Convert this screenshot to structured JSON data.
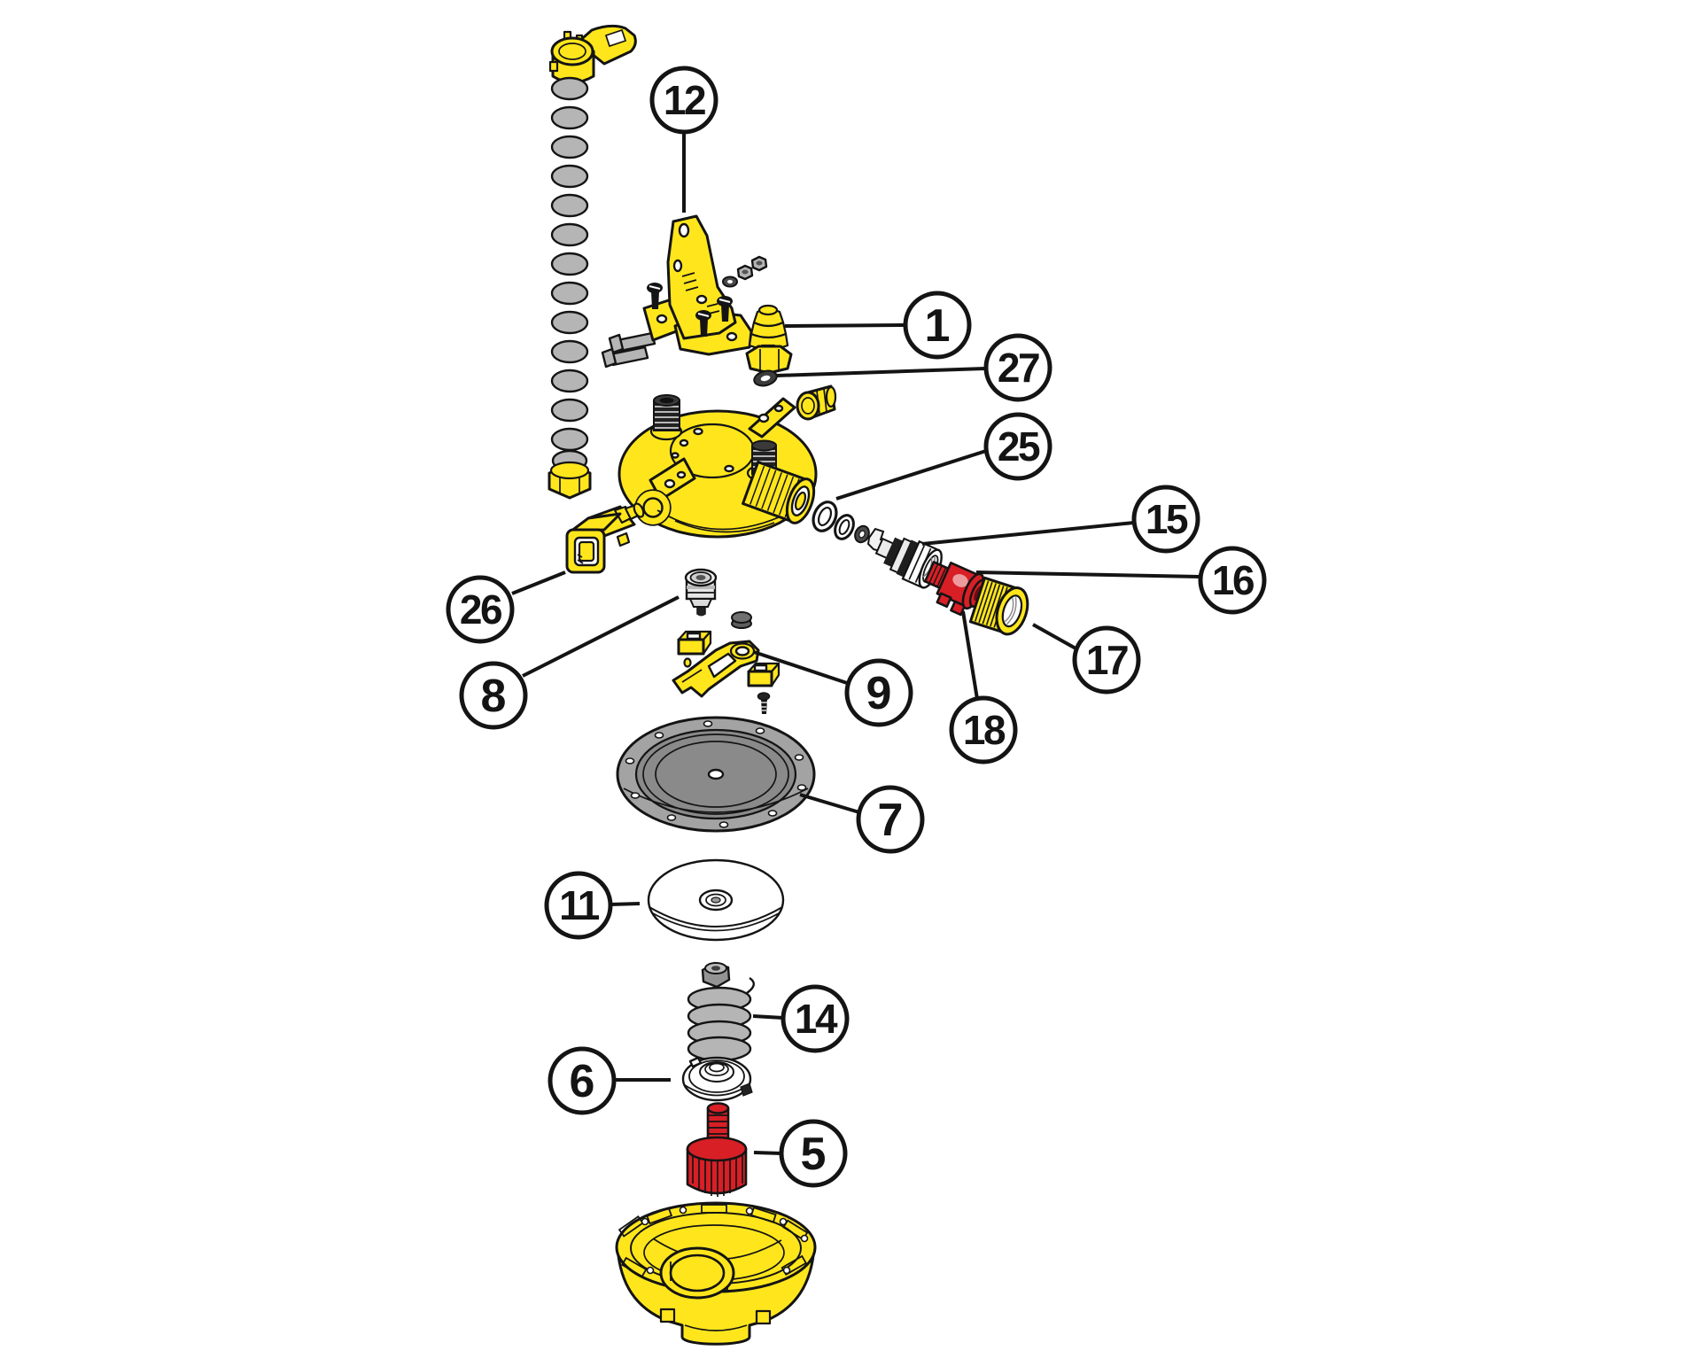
{
  "colors": {
    "part_yellow": "#ffe61c",
    "part_red": "#d81f26",
    "spring_gray": "#b5b5b5",
    "diaphragm_outer": "#a3a3a3",
    "diaphragm_inner": "#8a8a8a",
    "metal_gray": "#9a9a9a",
    "outline_ink": "#141414",
    "callout_bg": "#ffffff",
    "callout_border": "#141414",
    "callout_text": "#141414"
  },
  "callouts": [
    {
      "label": "12",
      "part": "mounting-bracket"
    },
    {
      "label": "1",
      "part": "hose-barb-fitting"
    },
    {
      "label": "27",
      "part": "o-ring-small"
    },
    {
      "label": "25",
      "part": "o-ring-kit"
    },
    {
      "label": "15",
      "part": "valve-cartridge"
    },
    {
      "label": "16",
      "part": "valve-body"
    },
    {
      "label": "17",
      "part": "knurled-retaining-nut"
    },
    {
      "label": "18",
      "part": "valve-subassembly"
    },
    {
      "label": "26",
      "part": "outlet-coupling"
    },
    {
      "label": "8",
      "part": "poppet"
    },
    {
      "label": "9",
      "part": "float-lever"
    },
    {
      "label": "7",
      "part": "diaphragm"
    },
    {
      "label": "11",
      "part": "support-disc"
    },
    {
      "label": "14",
      "part": "pressure-spring"
    },
    {
      "label": "6",
      "part": "spring-seat"
    },
    {
      "label": "5",
      "part": "adjustment-knob"
    }
  ]
}
